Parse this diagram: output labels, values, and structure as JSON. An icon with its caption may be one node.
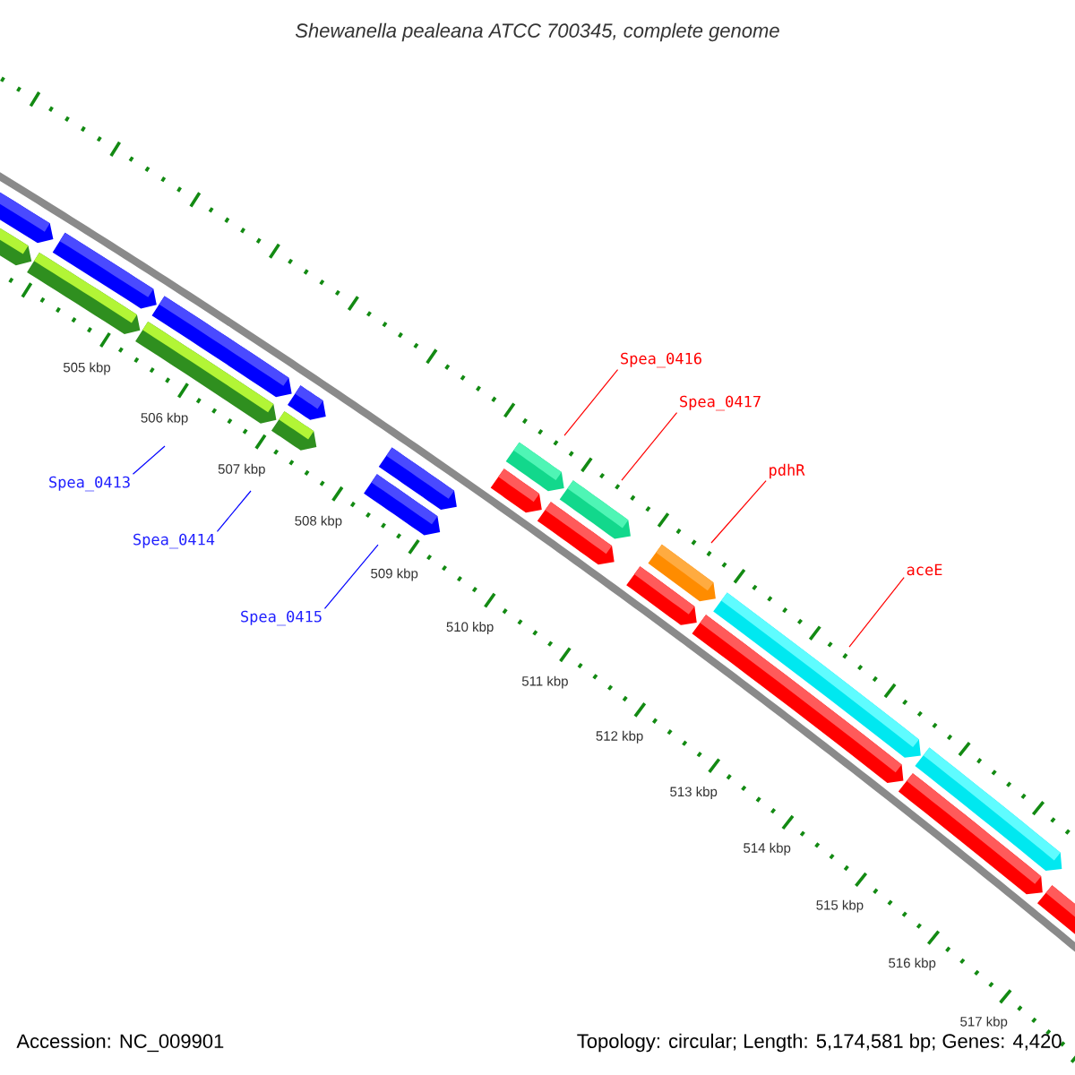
{
  "diagram": {
    "title": "Shewanella pealeana ATCC 700345, complete genome",
    "nodes": [
      {
        "text": [
          "Spea_0413"
        ]
      },
      {
        "text": [
          "Spea_0414"
        ]
      },
      {
        "text": [
          "Spea_0415"
        ]
      },
      {
        "text": [
          "Spea_0416"
        ]
      },
      {
        "text": [
          "Spea_0417"
        ]
      },
      {
        "text": [
          "pdhR"
        ]
      },
      {
        "text": [
          "aceE"
        ]
      }
    ],
    "edges": [
      {
        "from": 0,
        "to": null,
        "arrow": "none",
        "color": "#0000ff"
      },
      {
        "from": 1,
        "to": null,
        "arrow": "none",
        "color": "#0000ff"
      },
      {
        "from": 2,
        "to": null,
        "arrow": "none",
        "color": "#0000ff"
      },
      {
        "from": 3,
        "to": null,
        "arrow": "none"
      },
      {
        "from": 4,
        "to": null,
        "arrow": "none"
      },
      {
        "from": 5,
        "to": null,
        "arrow": "none"
      },
      {
        "from": 6,
        "to": null,
        "arrow": "none"
      }
    ],
    "labels": [
      "505 kbp",
      "506 kbp",
      "507 kbp",
      "508 kbp",
      "509 kbp",
      "510 kbp",
      "511 kbp",
      "512 kbp",
      "513 kbp",
      "514 kbp",
      "515 kbp",
      "516 kbp",
      "517 kbp",
      "Accession: NC_009901",
      "Topology: circular; Length: 5,174,581 bp; Genes: 4,420"
    ]
  }
}
